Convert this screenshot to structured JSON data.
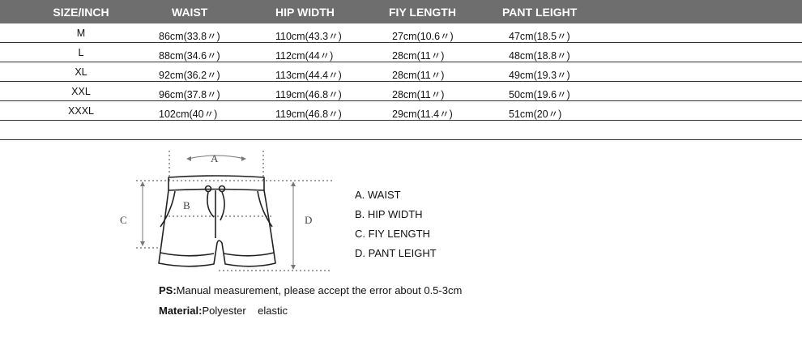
{
  "table": {
    "headers": [
      "SIZE/INCH",
      "WAIST",
      "HIP WIDTH",
      "FIY LENGTH",
      "PANT LEIGHT"
    ],
    "rows": [
      [
        "M",
        "86cm(33.8〃)",
        "110cm(43.3〃)",
        "27cm(10.6〃)",
        "47cm(18.5〃)"
      ],
      [
        "L",
        "88cm(34.6〃)",
        "112cm(44〃)",
        "28cm(11〃)",
        "48cm(18.8〃)"
      ],
      [
        "XL",
        "92cm(36.2〃)",
        "113cm(44.4〃)",
        "28cm(11〃)",
        "49cm(19.3〃)"
      ],
      [
        "XXL",
        "96cm(37.8〃)",
        "119cm(46.8〃)",
        "28cm(11〃)",
        "50cm(19.6〃)"
      ],
      [
        "XXXL",
        "102cm(40〃)",
        "119cm(46.8〃)",
        "29cm(11.4〃)",
        "51cm(20〃)"
      ]
    ]
  },
  "diagram": {
    "labels": {
      "a": "A",
      "b": "B",
      "c": "C",
      "d": "D"
    }
  },
  "legend": [
    "A. WAIST",
    "B. HIP WIDTH",
    "C. FIY LENGTH",
    "D. PANT LEIGHT"
  ],
  "notes": {
    "ps_label": "PS:",
    "ps_text": "Manual measurement, please accept the error about 0.5-3cm",
    "material_label": "Material:",
    "material_text": "Polyester    elastic"
  }
}
